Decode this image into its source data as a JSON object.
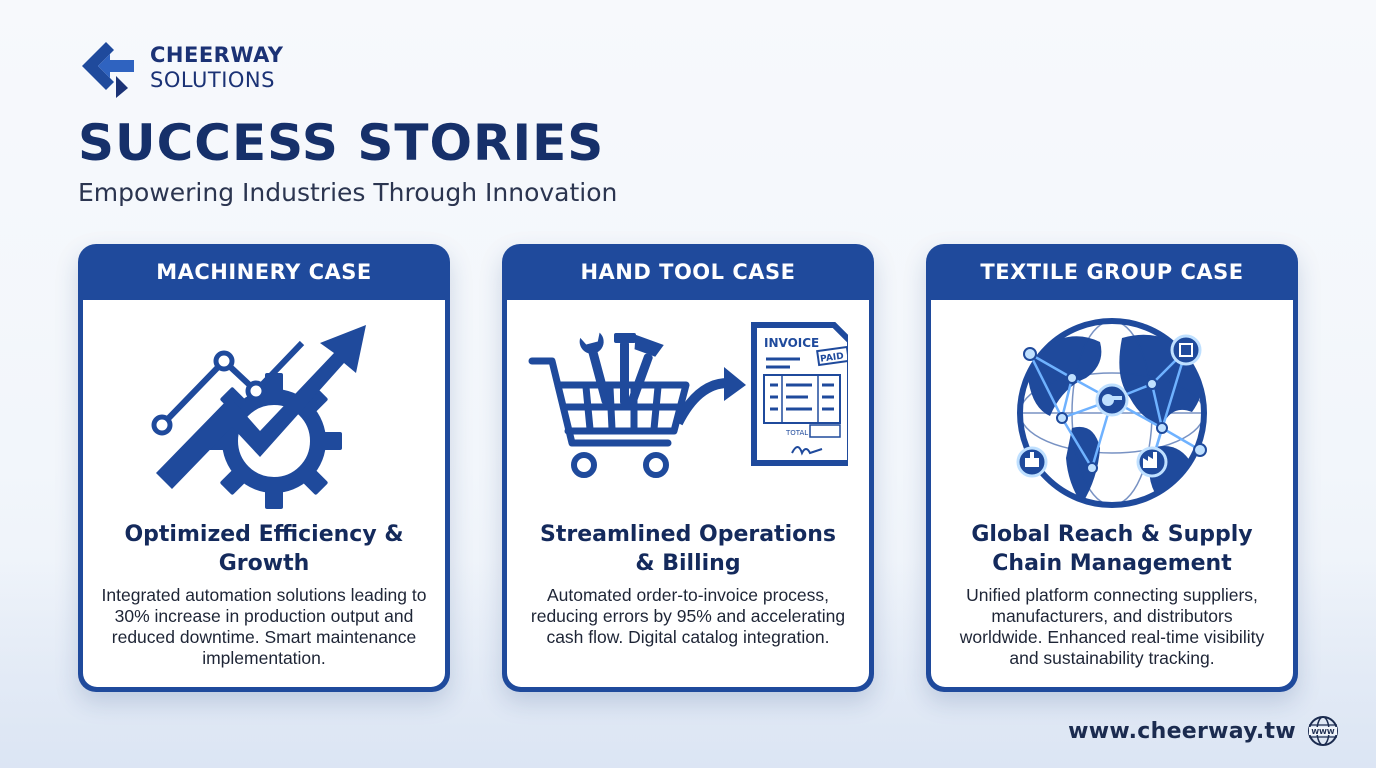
{
  "brand": {
    "line1": "CHEERWAY",
    "line2": "SOLUTIONS"
  },
  "header": {
    "title": "SUCCESS STORIES",
    "subtitle": "Empowering Industries Through Innovation"
  },
  "cards": [
    {
      "heading": "MACHINERY CASE",
      "title": "Optimized Efficiency & Growth",
      "description": "Integrated automation solutions leading to 30% increase in production output and reduced downtime. Smart maintenance implementation.",
      "icon": "growth-gear-icon"
    },
    {
      "heading": "HAND TOOL CASE",
      "title": "Streamlined Operations & Billing",
      "description": "Automated order-to-invoice process, reducing errors by 95% and accelerating cash flow. Digital catalog integration.",
      "icon": "cart-invoice-icon",
      "invoice_label": "INVOICE",
      "paid_stamp": "PAID",
      "total_label": "TOTAL"
    },
    {
      "heading": "TEXTILE GROUP CASE",
      "title": "Global Reach & Supply Chain Management",
      "description": "Unified platform connecting suppliers, manufacturers, and distributors worldwide. Enhanced real-time visibility and sustainability tracking.",
      "icon": "globe-network-icon"
    }
  ],
  "footer": {
    "url": "www.cheerway.tw",
    "icon_label": "WWW"
  },
  "colors": {
    "primary": "#1f4a9c",
    "navy": "#16306a",
    "background": "#f4f7fb"
  }
}
